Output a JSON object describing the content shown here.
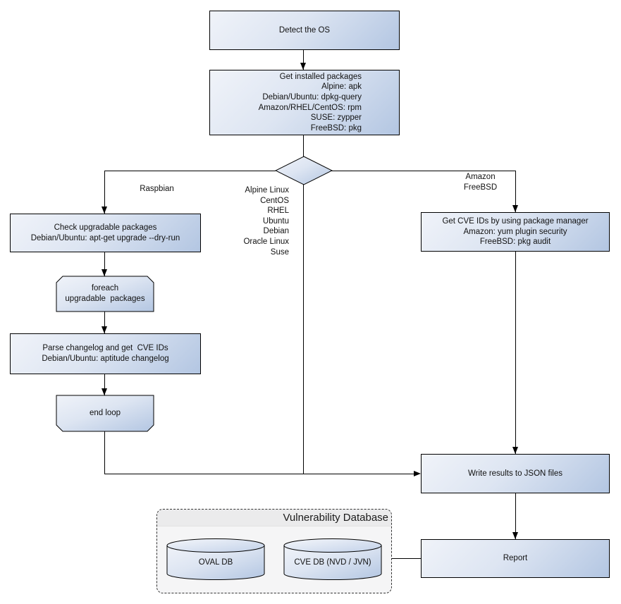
{
  "nodes": {
    "detect_os": {
      "label": "Detect the OS"
    },
    "get_installed_packages": {
      "label": "Get installed packages\nAlpine: apk\nDebian/Ubuntu: dpkg-query\nAmazon/RHEL/CentOS: rpm\nSUSE: zypper\nFreeBSD: pkg"
    },
    "check_upgradable_packages": {
      "label": "Check upgradable packages\nDebian/Ubuntu: apt-get upgrade --dry-run"
    },
    "foreach_loop": {
      "label": "foreach\nupgradable  packages"
    },
    "parse_changelog": {
      "label": "Parse changelog and get  CVE IDs\nDebian/Ubuntu: aptitude changelog"
    },
    "end_loop": {
      "label": "end loop"
    },
    "get_cve_ids": {
      "label": "Get CVE IDs by using package manager\nAmazon: yum plugin security\nFreeBSD: pkg audit"
    },
    "write_results": {
      "label": "Write results to JSON files"
    },
    "report": {
      "label": "Report"
    }
  },
  "edge_labels": {
    "raspbian": "Raspbian",
    "amazon_freebsd": "Amazon\nFreeBSD",
    "os_list": "Alpine Linux\nCentOS\nRHEL\nUbuntu\nDebian\nOracle Linux\nSuse"
  },
  "database": {
    "title": "Vulnerability Database",
    "oval_db": "OVAL DB",
    "cve_db": "CVE DB (NVD / JVN)"
  },
  "colors": {
    "node_fill_start": "#f0f3f9",
    "node_fill_end": "#b3c6e2",
    "node_border": "#000000",
    "connector": "#000000",
    "container_bg": "#f5f5f6",
    "container_header_bg": "#ebebec"
  }
}
